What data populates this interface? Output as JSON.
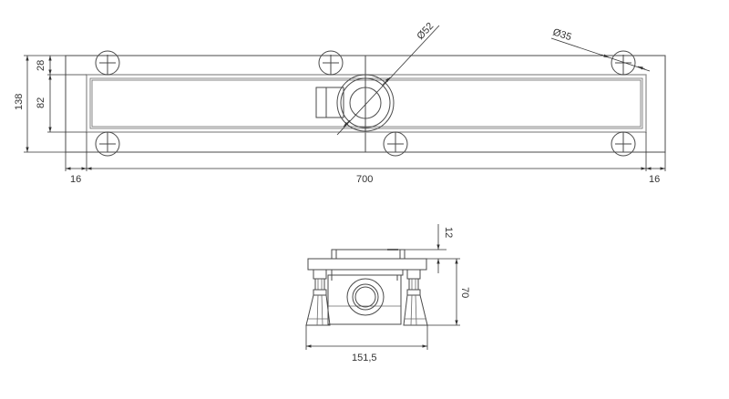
{
  "drawing": {
    "top_view": {
      "dimensions": {
        "total_height": "138",
        "edge_to_channel": "28",
        "channel_width": "82",
        "left_margin": "16",
        "length": "700",
        "right_margin": "16",
        "outlet_diameter": "Ø52",
        "hole_diameter": "Ø35"
      }
    },
    "side_view": {
      "dimensions": {
        "grate_height": "12",
        "total_height": "70",
        "width": "151,5"
      }
    }
  }
}
